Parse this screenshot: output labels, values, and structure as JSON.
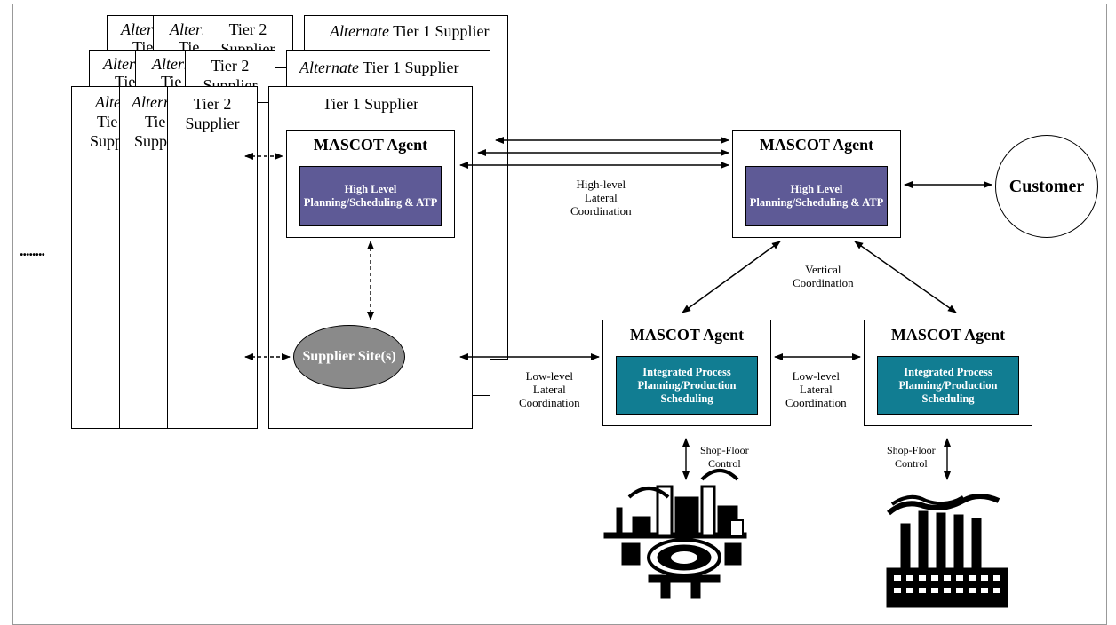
{
  "tier2_label": "Tier 2\nSupplier",
  "alternate_word": "Alternate",
  "alt_tier_supplier_fragment": "Tier\nSupplier",
  "tier1_alt_rest": " Tier 1 Supplier",
  "tier1_label": "Tier 1 Supplier",
  "agent_title": "MASCOT Agent",
  "high_level_module": "High Level Planning/Scheduling & ATP",
  "integrated_module": "Integrated Process Planning/Production Scheduling",
  "supplier_site": "Supplier Site(s)",
  "customer": "Customer",
  "ellipsis": "........",
  "labels": {
    "high_lateral": "High-level\nLateral\nCoordination",
    "vertical": "Vertical\nCoordination",
    "low_lateral_1": "Low-level\nLateral\nCoordination",
    "low_lateral_2": "Low-level\nLateral\nCoordination",
    "shopfloor_1": "Shop-Floor\nControl",
    "shopfloor_2": "Shop-Floor\nControl"
  },
  "colors": {
    "high_level_fill": "#5e5a96",
    "integrated_fill": "#117d92",
    "site_fill": "#8a8a8a"
  },
  "icons": [
    "refinery-plant-icon",
    "smokestack-factory-icon"
  ]
}
